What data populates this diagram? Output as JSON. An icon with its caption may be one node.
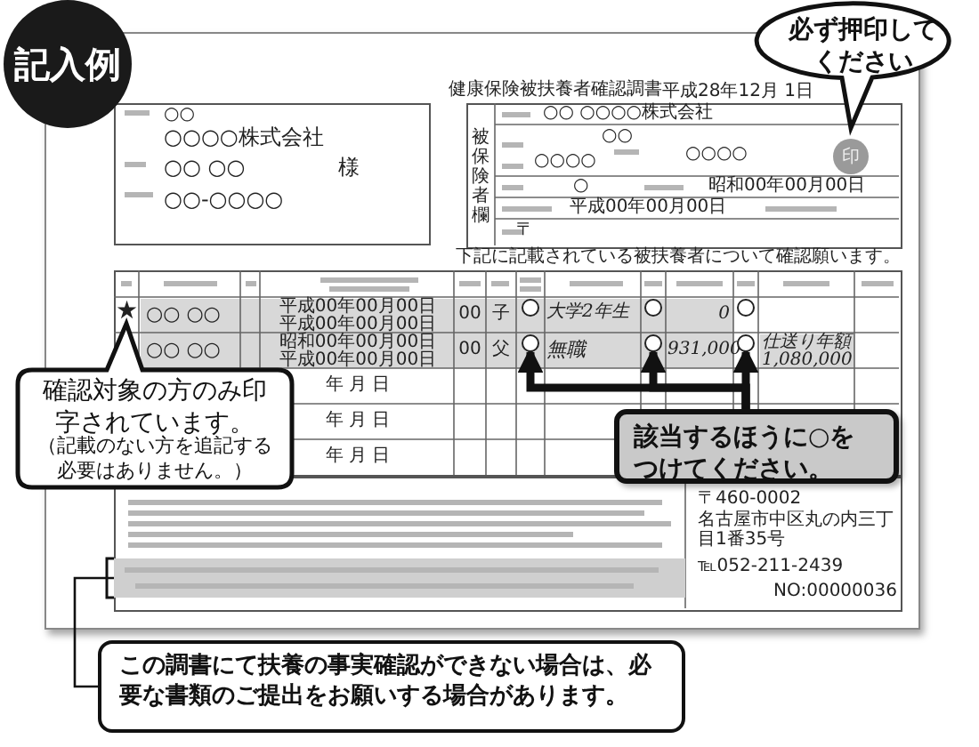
{
  "diagram": {
    "nodes": [
      {
        "text": [
          "記入例"
        ]
      },
      {
        "text": [
          "必ず押印してください"
        ]
      },
      {
        "text": [
          "印"
        ]
      },
      {
        "text": [
          "確認対象の方のみ印字されています。",
          "（記載のない方を追記する必要はありません。）"
        ]
      },
      {
        "text": [],
        "shape": "circle"
      },
      {
        "text": [],
        "shape": "circle"
      },
      {
        "text": [],
        "shape": "circle"
      },
      {
        "text": [],
        "shape": "circle"
      },
      {
        "text": [],
        "shape": "circle"
      },
      {
        "text": [],
        "shape": "circle"
      },
      {
        "text": [
          "該当するほうに○をつけてください。"
        ]
      },
      {
        "text": [],
        "shape": "bar"
      },
      {
        "text": [
          "この調書にて扶養の事実確認ができない場合は、必要な書類のご提出をお願いする場合があります。"
        ]
      }
    ],
    "edges": [
      {
        "from": 10,
        "to": 7,
        "arrow": "to"
      },
      {
        "from": 10,
        "to": 8,
        "arrow": "to"
      },
      {
        "from": 10,
        "to": 9,
        "arrow": "to"
      },
      {
        "from": 12,
        "to": 11,
        "arrow": "none"
      }
    ],
    "labels": [
      "○○",
      "○○○○株式会社",
      "○○ ○○",
      "様",
      "○○-○○○○",
      "健康保険被扶養者確認調書",
      "平成28年12月 1日",
      "被保険者欄",
      "○○ ○○○○株式会社",
      "○○",
      "○○○○",
      "○○○○",
      "○",
      "昭和00年00月00日",
      "平成00年00月00日",
      "〒",
      "下記に記載されている被扶養者について確認願います。",
      "★",
      "○○ ○○",
      "平成00年00月00日",
      "平成00年00月00日",
      "00",
      "子",
      "大学2年生",
      "0",
      "○○ ○○",
      "昭和00年00月00日",
      "平成00年00月00日",
      "00",
      "父",
      "無職",
      "931,000",
      "仕送り年額",
      "1,080,000",
      "年 月 日",
      "年 月 日",
      "年 月 日",
      "〒460-0002",
      "名古屋市中区丸の内三丁目1番35号",
      "℡052-211-2439",
      "NO:00000036"
    ]
  }
}
